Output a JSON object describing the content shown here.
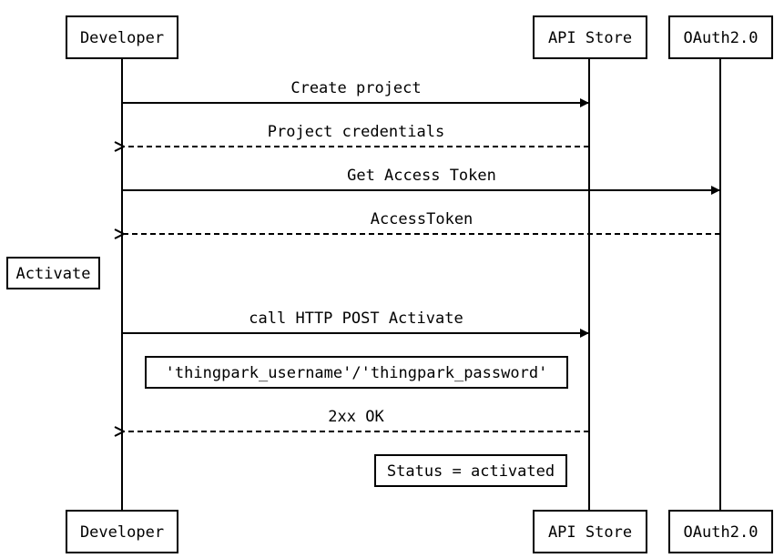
{
  "participants": [
    {
      "id": "developer",
      "label": "Developer"
    },
    {
      "id": "apistore",
      "label": "API Store"
    },
    {
      "id": "oauth",
      "label": "OAuth2.0"
    }
  ],
  "messages": [
    {
      "from": "developer",
      "to": "apistore",
      "label": "Create project",
      "style": "solid"
    },
    {
      "from": "apistore",
      "to": "developer",
      "label": "Project credentials",
      "style": "dashed"
    },
    {
      "from": "developer",
      "to": "oauth",
      "label": "Get Access Token",
      "style": "solid"
    },
    {
      "from": "oauth",
      "to": "developer",
      "label": "AccessToken",
      "style": "dashed"
    },
    {
      "from": "developer",
      "to": "apistore",
      "label": "call HTTP POST Activate",
      "style": "solid"
    },
    {
      "from": "apistore",
      "to": "developer",
      "label": "2xx OK",
      "style": "dashed"
    }
  ],
  "notes": {
    "activate": "Activate",
    "credentials": "'thingpark_username'/'thingpark_password'",
    "status": "Status = activated"
  }
}
